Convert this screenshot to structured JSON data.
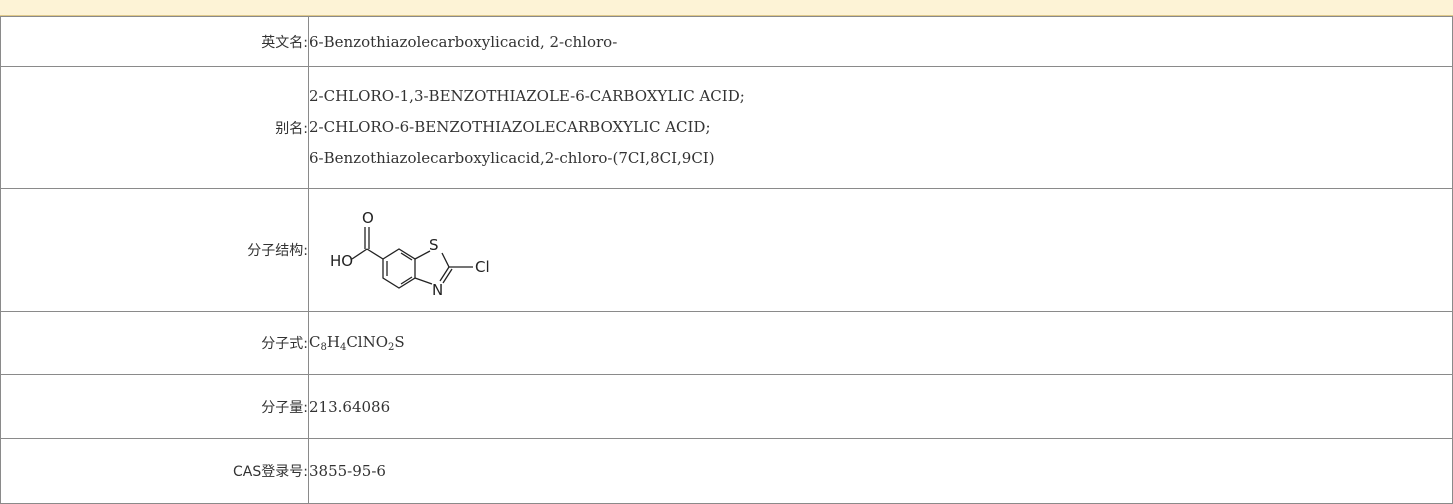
{
  "rows": {
    "english_name": {
      "label": "英文名:",
      "value": "6-Benzothiazolecarboxylicacid, 2-chloro-"
    },
    "aliases": {
      "label": "别名:",
      "values": [
        "2-CHLORO-1,3-BENZOTHIAZOLE-6-CARBOXYLIC ACID;",
        "2-CHLORO-6-BENZOTHIAZOLECARBOXYLIC ACID;",
        "6-Benzothiazolecarboxylicacid,2-chloro-(7CI,8CI,9CI)"
      ]
    },
    "structure": {
      "label": "分子结构:",
      "atoms": {
        "o": "O",
        "ho": "HO",
        "s": "S",
        "cl": "Cl",
        "n": "N"
      }
    },
    "formula": {
      "label": "分子式:",
      "parts": [
        "C",
        "8",
        "H",
        "4",
        "ClNO",
        "2",
        "S"
      ]
    },
    "weight": {
      "label": "分子量:",
      "value": "213.64086"
    },
    "cas": {
      "label": "CAS登录号:",
      "value": "3855-95-6"
    }
  }
}
